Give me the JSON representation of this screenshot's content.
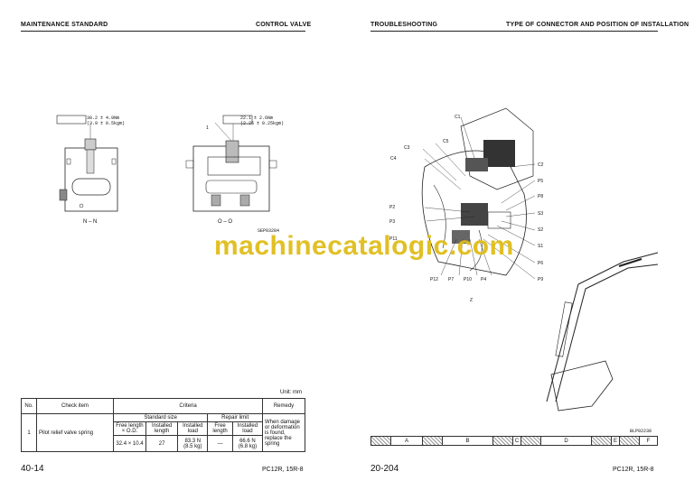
{
  "left_page": {
    "header_left": "MAINTENANCE STANDARD",
    "header_right": "CONTROL VALVE",
    "torque_nn": "38.2 ± 4.9Nm\n(3.9 ± 0.5kgm)",
    "torque_oo": "22.1 ± 2.6Nm\n(2.25 ± 0.25kgm)",
    "view_nn": "N – N",
    "view_oo": "O – O",
    "callout_1": "1",
    "figure_code": "SEP03284",
    "unit": "Unit: mm",
    "table": {
      "col_no": "No.",
      "col_check": "Check item",
      "col_criteria": "Criteria",
      "col_remedy": "Remedy",
      "standard_size": "Standard size",
      "repair_limit": "Repair limit",
      "free_length_od": "Free length × O.D.",
      "installed_length": "Installed length",
      "installed_load": "Installed load",
      "free_length": "Free length",
      "installed_load_2": "Installed load",
      "row_no": "1",
      "row_item": "Pilot relief valve spring",
      "row_free_od": "32.4 × 10.4",
      "row_inst_len": "27",
      "row_inst_load": "83.3 N\n(8.5 kg)",
      "row_free_len": "—",
      "row_inst_load_2": "66.6 N\n(6.8 kg)",
      "remedy": "When damage or deformation is found, replace the spring"
    },
    "page_number": "40-14",
    "model": "PC12R, 15R-8"
  },
  "right_page": {
    "header_left": "TROUBLESHOOTING",
    "header_right": "TYPE OF CONNECTOR AND POSITION OF INSTALLATION",
    "labels_left": [
      "C1",
      "C5",
      "C3",
      "C4",
      "P2",
      "P3",
      "P11"
    ],
    "labels_right": [
      "C2",
      "P5",
      "P8",
      "S3",
      "S2",
      "S1",
      "P6",
      "P9"
    ],
    "labels_bottom": [
      "P12",
      "P7",
      "P10",
      "P4"
    ],
    "view_z": "Z",
    "figure_code": "BLP02238",
    "bar_cells": [
      "A",
      "B",
      "C",
      "D",
      "E",
      "F"
    ],
    "page_number": "20-204",
    "model": "PC12R, 15R-8"
  },
  "watermark": "machinecatalogic.com"
}
